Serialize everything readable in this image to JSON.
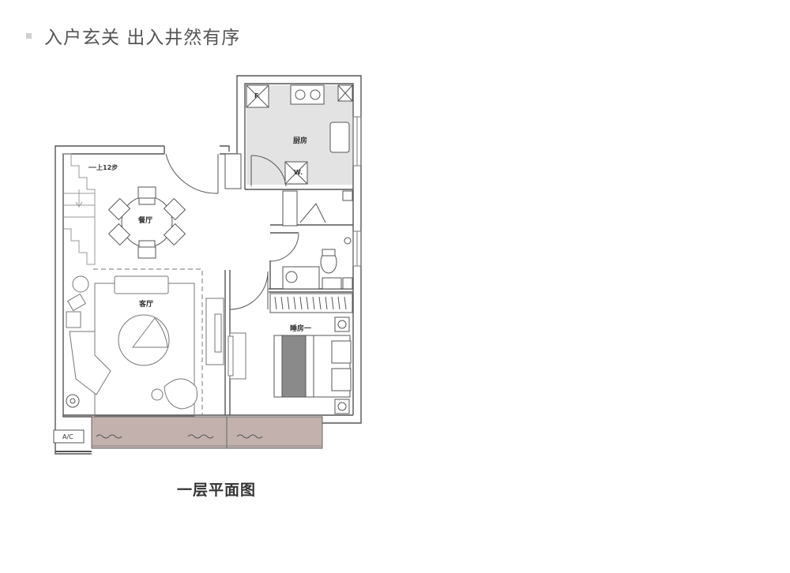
{
  "header": {
    "title": "入户玄关  出入井然有序"
  },
  "plan": {
    "rooms": {
      "kitchen": "厨房",
      "dining": "餐厅",
      "living": "客厅",
      "bedroom": "睡房一"
    },
    "stair_label": "上12步",
    "ac_label": "A/C",
    "appliance_f": "F.",
    "appliance_w": "W.",
    "kitchen_fill": "#e3e3e3",
    "balcony_fill": "#c2b1ad",
    "wall_color": "#555555"
  },
  "caption": "一层平面图"
}
